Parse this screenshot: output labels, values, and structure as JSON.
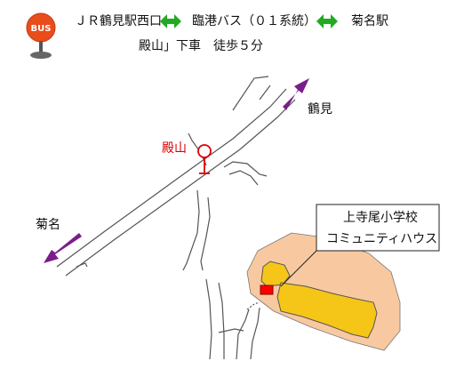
{
  "header": {
    "bus_badge": "BUS",
    "origin": "ＪＲ鶴見駅西口",
    "line": "臨港バス（０１系統）",
    "terminal": "菊名駅",
    "stop_line": "殿山」下車　徒歩５分",
    "arrow_icon": "double-arrow-icon",
    "arrow_color": "#22aa22"
  },
  "map": {
    "bus_stop_label": "殿山",
    "bus_stop_color": "#dd0000",
    "direction_tsurumi": "鶴見",
    "direction_kikuna": "菊名",
    "direction_arrow_color": "#7a1d8c",
    "facility_line1": "上寺尾小学校",
    "facility_line2": "コミュニティハウス",
    "site_color": "#f8c9a0",
    "building_color": "#f5c518",
    "entrance_color": "#ff0000"
  }
}
